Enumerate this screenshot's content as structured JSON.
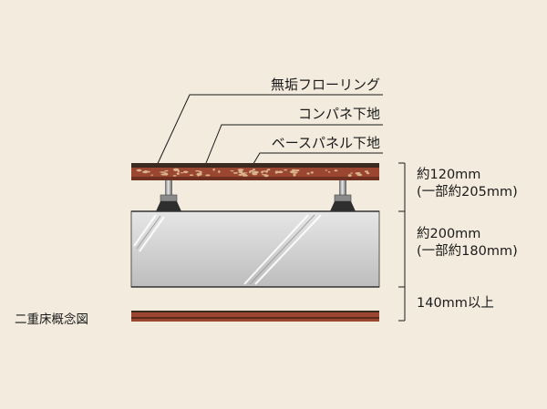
{
  "diagram": {
    "caption": "二重床概念図",
    "layer_labels": [
      "無垢フローリング",
      "コンパネ下地",
      "ベースパネル下地"
    ],
    "dimensions": [
      {
        "line1": "約120mm",
        "line2": "(一部約205mm)"
      },
      {
        "line1": "約200mm",
        "line2": "(一部約180mm)"
      },
      {
        "line1": "140mm以上"
      }
    ],
    "colors": {
      "background": "#f2ebde",
      "floor_board": "#8a3a24",
      "concrete_slab": "#cfcfcf",
      "leader_lines": "#1a1a1a"
    }
  }
}
